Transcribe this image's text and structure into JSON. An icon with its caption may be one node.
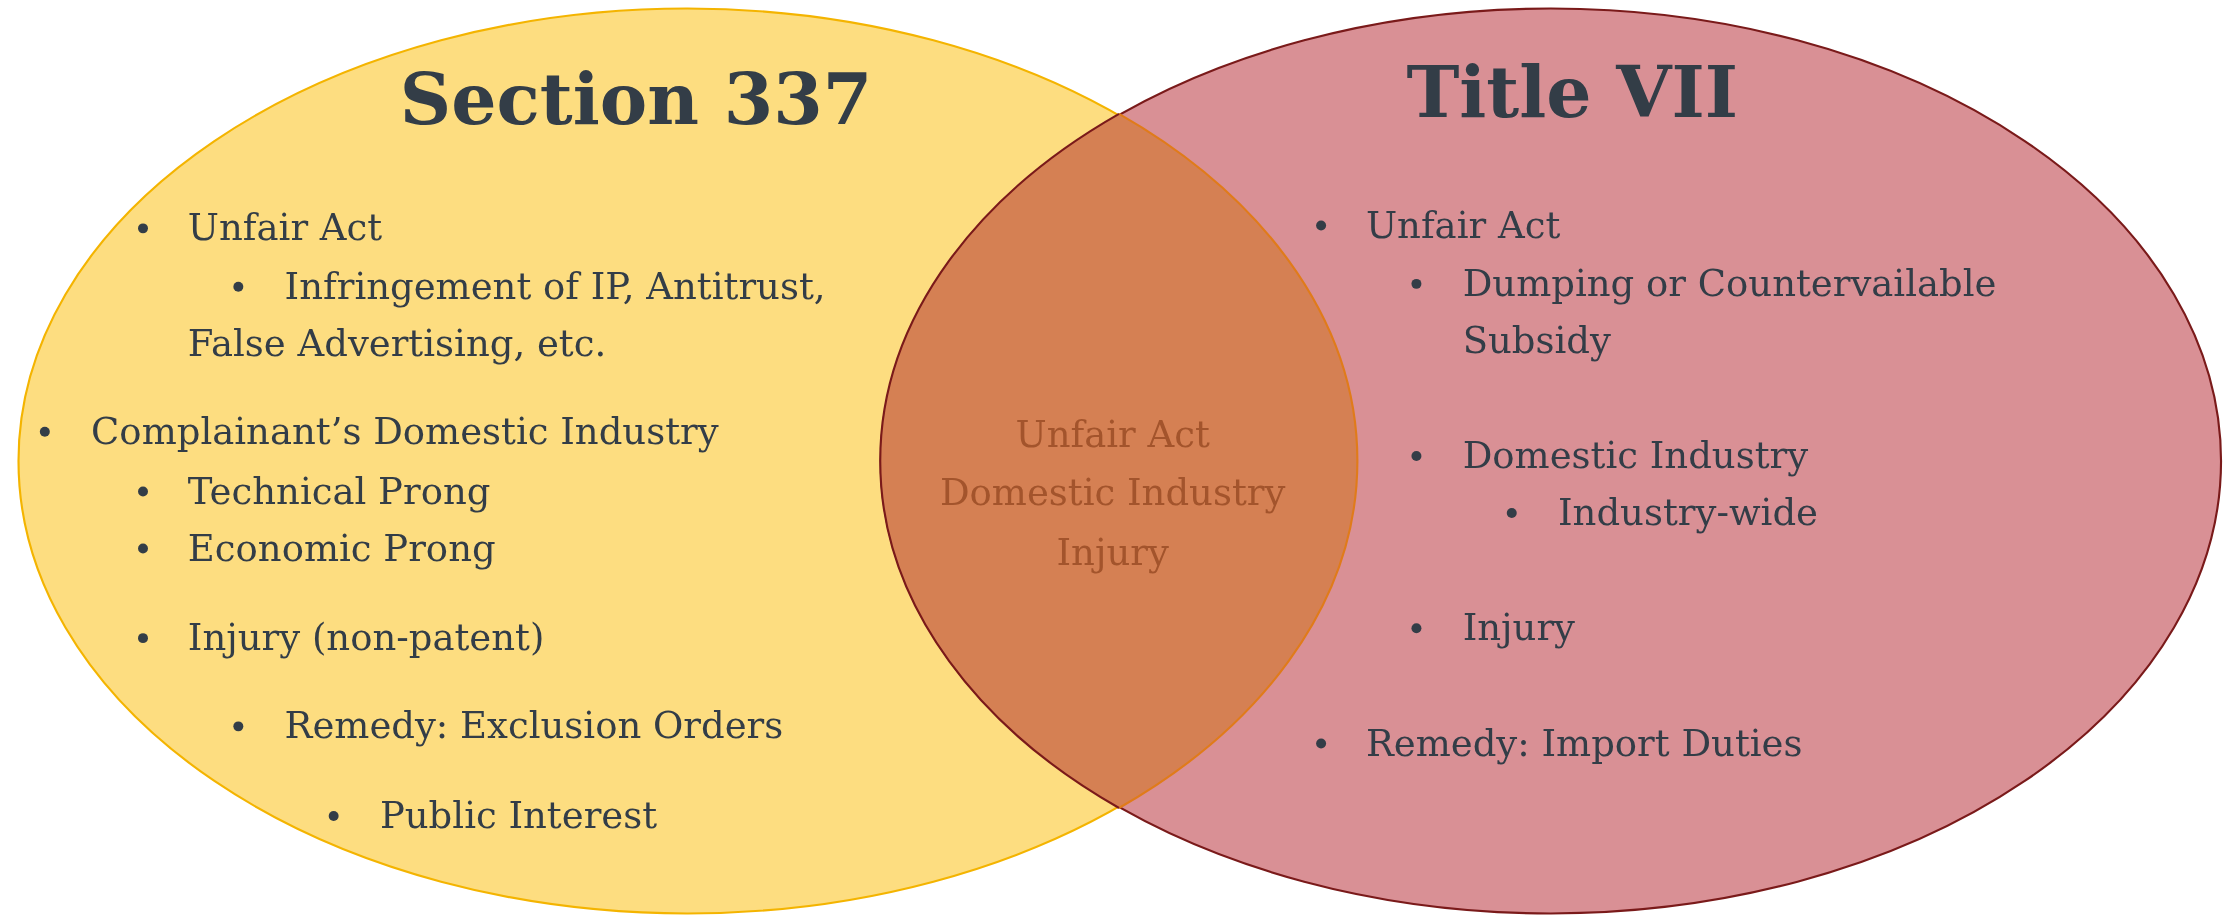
{
  "diagram": {
    "nodes": [
      {
        "text": [
          "Section 337",
          "Unfair Act",
          "Infringement of IP, Antitrust, False Advertising, etc.",
          "Complainant’s Domestic Industry",
          "Technical Prong",
          "Economic Prong",
          "Injury (non-patent)",
          "Remedy: Exclusion Orders",
          "Public Interest"
        ]
      },
      {
        "text": [
          "Title VII",
          "Unfair Act",
          "Dumping or Countervailable Subsidy",
          "Domestic Industry",
          "Industry-wide",
          "Injury",
          "Remedy: Import Duties"
        ]
      },
      {
        "text": [
          "Unfair Act",
          "Domestic Industry",
          "Injury"
        ]
      }
    ],
    "edges": []
  }
}
